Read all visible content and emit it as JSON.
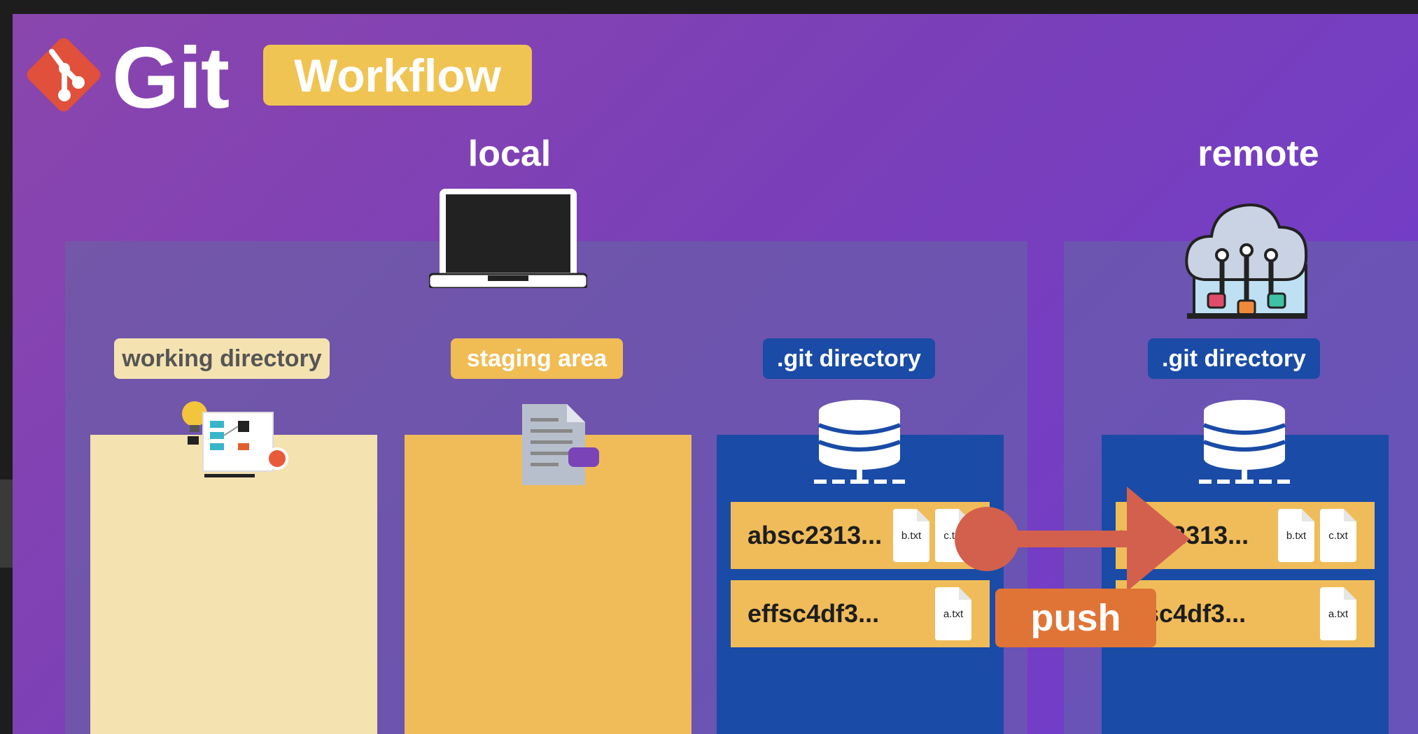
{
  "header": {
    "brand": "Git",
    "title_badge": "Workflow"
  },
  "sections": {
    "local": "local",
    "remote": "remote"
  },
  "areas": {
    "working_directory": "working directory",
    "staging_area": "staging area",
    "local_git_directory": ".git directory",
    "remote_git_directory": ".git directory"
  },
  "local_commits": [
    {
      "hash": "absc2313...",
      "files": [
        "b.txt",
        "c.txt"
      ]
    },
    {
      "hash": "effsc4df3...",
      "files": [
        "a.txt"
      ]
    }
  ],
  "remote_commits": [
    {
      "hash": "absc2313...",
      "files": [
        "b.txt",
        "c.txt"
      ]
    },
    {
      "hash": "effsc4df3...",
      "files": [
        "a.txt"
      ]
    }
  ],
  "action": {
    "label": "push"
  },
  "colors": {
    "background": "#7c3fb8",
    "panel": "#5f6ea0",
    "working_directory": "#f4e2b1",
    "staging_area": "#f0bc5a",
    "git_directory": "#1a4ba6",
    "push_arrow": "#d3604c",
    "push_label": "#e07436",
    "git_logo": "#e0503a"
  },
  "icons": [
    "git-logo-icon",
    "laptop-icon",
    "cloud-network-icon",
    "diagram-board-icon",
    "document-icon",
    "database-icon",
    "file-icon",
    "arrow-right-icon"
  ]
}
